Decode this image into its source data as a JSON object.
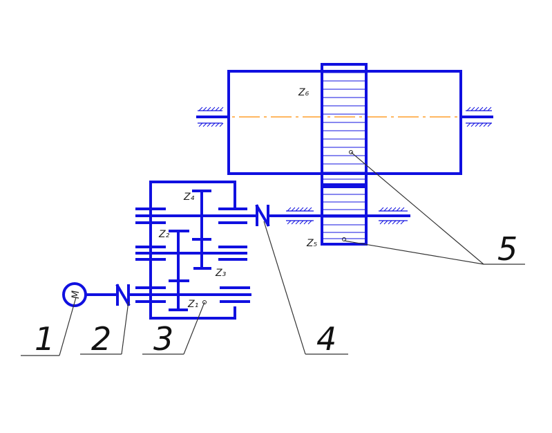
{
  "labels": {
    "gear_z1": "Z₁",
    "gear_z2": "Z₂",
    "gear_z3": "Z₃",
    "gear_z4": "Z₄",
    "gear_z5": "Z₅",
    "gear_z6": "Z₆",
    "motor": "M"
  },
  "callouts": [
    "1",
    "2",
    "3",
    "4",
    "5"
  ],
  "colors": {
    "drawing": "#1010e0",
    "axis": "#ff8c00",
    "leader": "#333333"
  }
}
